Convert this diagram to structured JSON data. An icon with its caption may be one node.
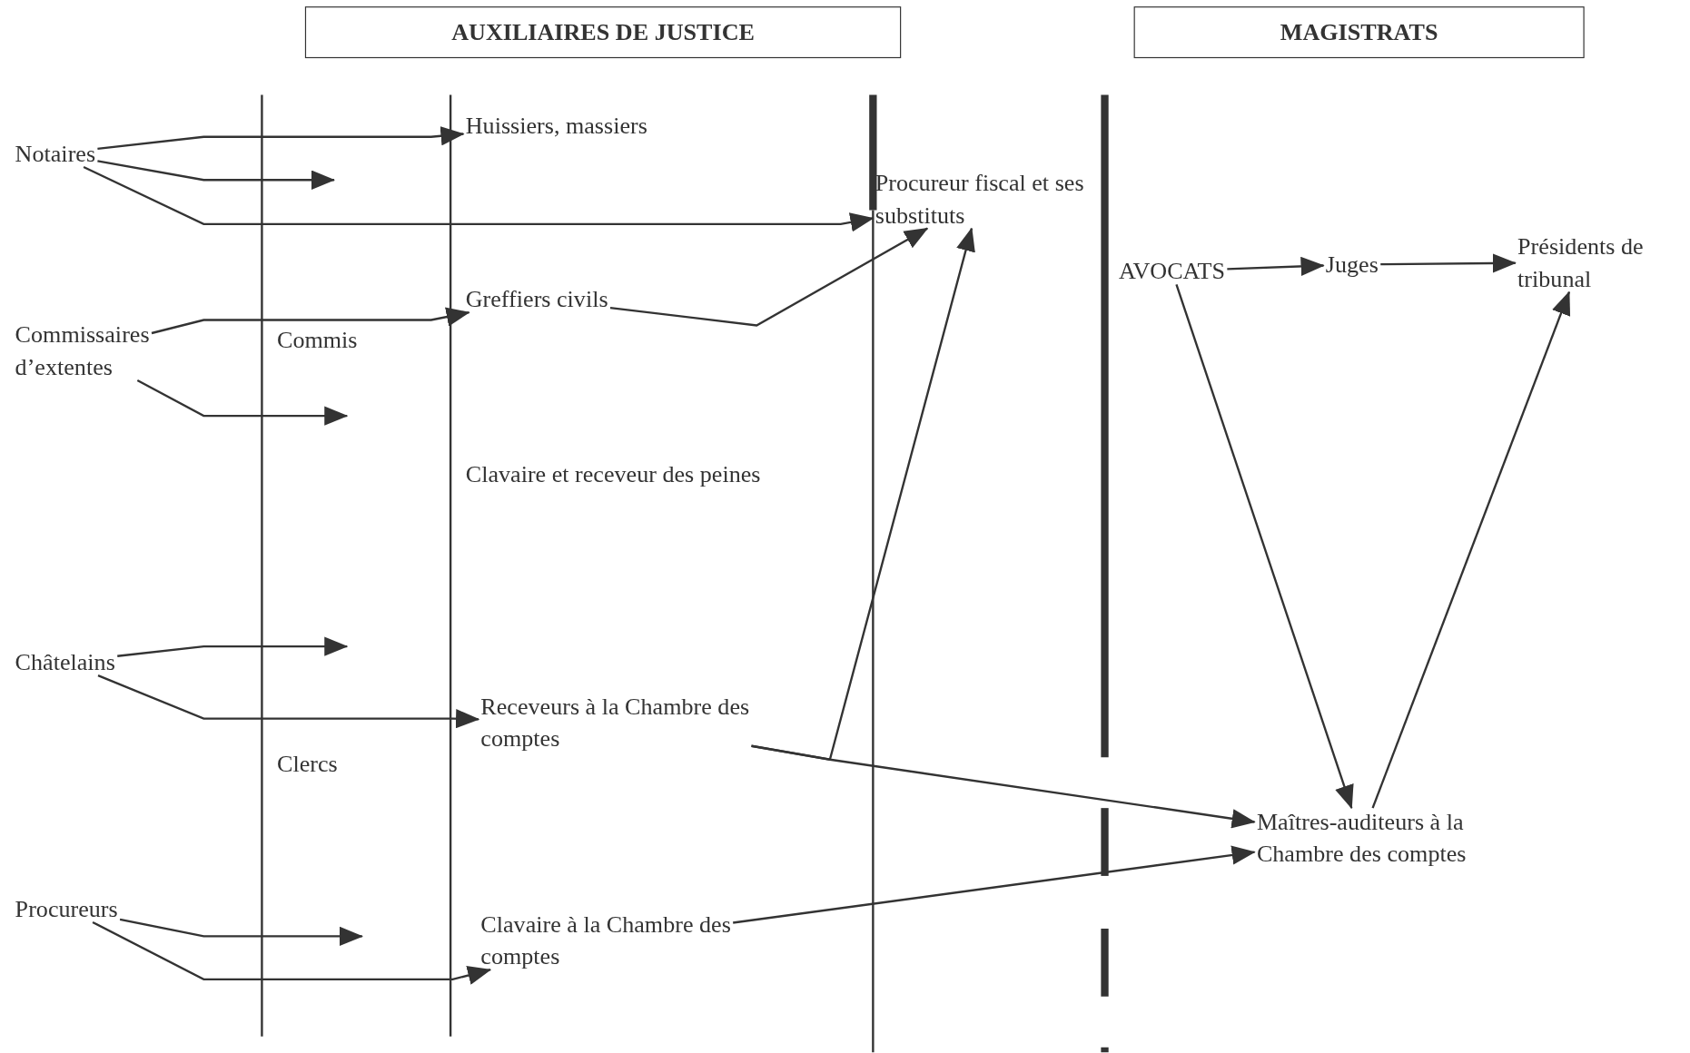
{
  "diagram": {
    "nodes": [
      {
        "text": [
          "AUXILIAIRES DE JUSTICE"
        ]
      },
      {
        "text": [
          "MAGISTRATS"
        ]
      },
      {
        "text": [
          "Notaires"
        ]
      },
      {
        "text": [
          "Huissiers, massiers"
        ]
      },
      {
        "text": [
          "Procureur fiscal et ses substituts"
        ]
      },
      {
        "text": [
          "Commissaires d’extentes"
        ]
      },
      {
        "text": [
          "Greffiers civils"
        ]
      },
      {
        "text": [
          "Commis"
        ]
      },
      {
        "text": [
          "AVOCATS"
        ]
      },
      {
        "text": [
          "Juges"
        ]
      },
      {
        "text": [
          "Présidents de tribunal"
        ]
      },
      {
        "text": [
          "Clavaire et receveur des peines"
        ]
      },
      {
        "text": [
          "Châtelains"
        ]
      },
      {
        "text": [
          "Receveurs à la Chambre des comptes"
        ]
      },
      {
        "text": [
          "Clercs"
        ]
      },
      {
        "text": [
          "Procureurs"
        ]
      },
      {
        "text": [
          "Maîtres-auditeurs à la Chambre des comptes"
        ]
      },
      {
        "text": [
          "Clavaire à la Chambre des comptes"
        ]
      }
    ],
    "edges": [
      {
        "from": 2,
        "to": 3,
        "arrow": "to"
      },
      {
        "from": 2,
        "to": null,
        "arrow": "to"
      },
      {
        "from": 2,
        "to": 4,
        "arrow": "to"
      },
      {
        "from": 5,
        "to": 6,
        "arrow": "to"
      },
      {
        "from": 5,
        "to": null,
        "arrow": "to"
      },
      {
        "from": 6,
        "to": 4,
        "arrow": "to"
      },
      {
        "from": 13,
        "to": 4,
        "arrow": "to"
      },
      {
        "from": 13,
        "to": 16,
        "arrow": "to"
      },
      {
        "from": 17,
        "to": 16,
        "arrow": "to"
      },
      {
        "from": 8,
        "to": 9,
        "arrow": "to"
      },
      {
        "from": 9,
        "to": 10,
        "arrow": "to"
      },
      {
        "from": 8,
        "to": 16,
        "arrow": "to"
      },
      {
        "from": 16,
        "to": 10,
        "arrow": "to"
      },
      {
        "from": 12,
        "to": null,
        "arrow": "to"
      },
      {
        "from": 12,
        "to": 13,
        "arrow": "to"
      },
      {
        "from": 15,
        "to": null,
        "arrow": "to"
      },
      {
        "from": 15,
        "to": 17,
        "arrow": "to"
      }
    ]
  }
}
